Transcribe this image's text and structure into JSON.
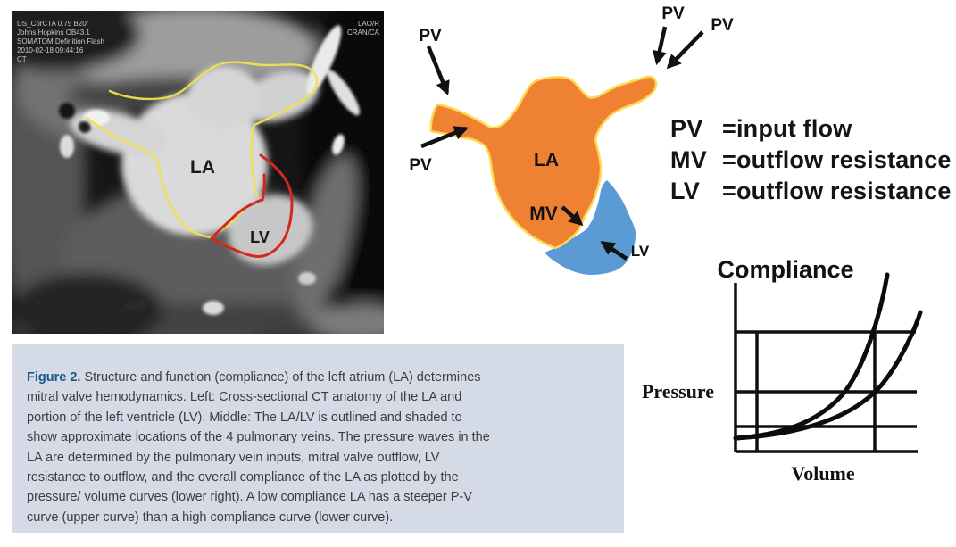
{
  "figure_type": "journal figure",
  "caption": {
    "label": "Figure 2.",
    "text": "Structure and function (compliance) of the left atrium (LA) determines mitral valve hemodynamics. Left: Cross-sectional CT anatomy of the LA and portion of the left ventricle (LV). Middle: The LA/LV is outlined and shaded to show approximate locations of the 4 pulmonary veins. The pressure waves in the LA are determined by the pulmonary vein inputs, mitral valve outflow, LV resistance to outflow, and the overall compliance of the LA as plotted by the pressure/ volume curves (lower right). A low compliance LA has a steeper P-V curve (upper curve) than a high compliance curve (lower curve).",
    "box_color": "#d4dbe7",
    "label_color": "#19578a"
  },
  "ct": {
    "overlay_top_left": [
      "DS_CorCTA 0.75 B20f",
      "Johns Hopkins OB43.1",
      "SOMATOM Definition Flash",
      "2010-02-18 09:44:16",
      "CT"
    ],
    "overlay_top_right": [
      "LAO/R",
      "CRAN/CA"
    ],
    "labels": {
      "la": "LA",
      "lv": "LV"
    },
    "outline_colors": {
      "la_outline": "#f2e14c",
      "lv_outline": "#d3281e"
    }
  },
  "diagram": {
    "labels": {
      "pv": "PV",
      "la": "LA",
      "mv": "MV",
      "lv": "LV"
    },
    "colors": {
      "la_fill": "#ef8133",
      "la_outline": "#ffd84f",
      "lv_fill": "#5b9bd5",
      "arrow": "#111111"
    },
    "pulmonary_vein_arrows": 4
  },
  "legend": {
    "items": [
      {
        "abbr": "PV",
        "definition": "=input flow"
      },
      {
        "abbr": "MV",
        "definition": "=outflow resistance"
      },
      {
        "abbr": "LV",
        "definition": "=outflow resistance"
      }
    ]
  },
  "chart_data": {
    "type": "line",
    "title": "Compliance",
    "xlabel": "Volume",
    "ylabel": "Pressure",
    "x_ticks": [],
    "y_ticks": [],
    "axes_note": "unlabeled qualitative axes with reference gridlines",
    "xlim": [
      0,
      1
    ],
    "ylim": [
      0,
      1
    ],
    "gridlines": {
      "horizontal_y": [
        0.15,
        0.35,
        0.71
      ],
      "vertical_x": [
        0.12,
        0.76
      ]
    },
    "legend_position": "none",
    "series": [
      {
        "name": "low compliance LA (steeper P-V curve, upper curve)",
        "x": [
          0.0,
          0.15,
          0.3,
          0.45,
          0.59,
          0.7,
          0.79,
          0.83
        ],
        "y": [
          0.08,
          0.09,
          0.13,
          0.24,
          0.4,
          0.62,
          0.88,
          1.0
        ]
      },
      {
        "name": "high compliance LA (lower curve)",
        "x": [
          0.0,
          0.18,
          0.38,
          0.58,
          0.76,
          0.9,
          0.98,
          1.0
        ],
        "y": [
          0.08,
          0.09,
          0.12,
          0.2,
          0.34,
          0.55,
          0.74,
          0.82
        ]
      }
    ]
  }
}
